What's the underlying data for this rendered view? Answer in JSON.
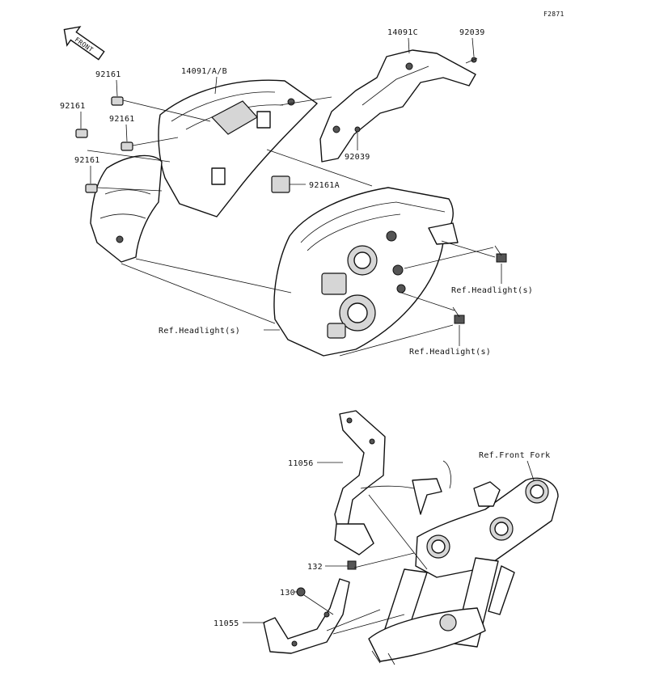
{
  "figure_code": "F2871",
  "front_marker": "FRONT",
  "labels": {
    "p14091C": "14091C",
    "p92039_top": "92039",
    "p14091AB": "14091/A/B",
    "p92161_a": "92161",
    "p92161_b": "92161",
    "p92161_c": "92161",
    "p92161_d": "92161",
    "p92039_mid": "92039",
    "p92161A": "92161A",
    "ref_headlight_right_upper": "Ref.Headlight(s)",
    "ref_headlight_left": "Ref.Headlight(s)",
    "ref_headlight_right_lower": "Ref.Headlight(s)",
    "ref_front_fork": "Ref.Front Fork",
    "p11056": "11056",
    "p132": "132",
    "p130": "130",
    "p11055": "11055"
  }
}
